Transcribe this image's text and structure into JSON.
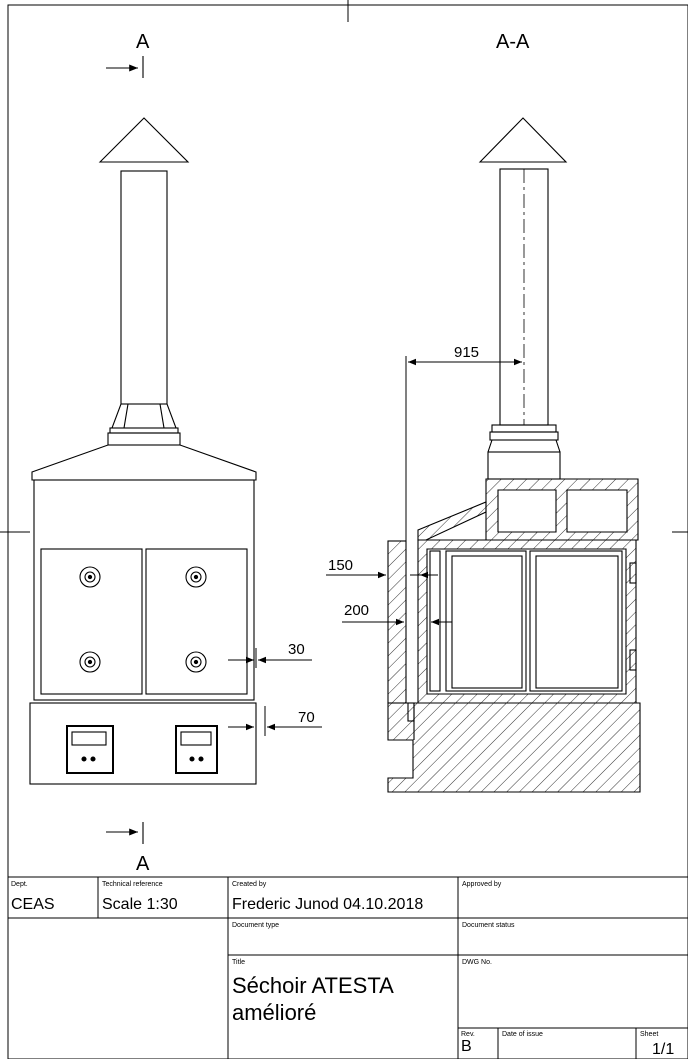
{
  "drawing": {
    "view_left_label_top": "A",
    "view_left_label_bottom": "A",
    "view_right_label": "A-A",
    "dimensions": {
      "d915": "915",
      "d150": "150",
      "d200": "200",
      "d30": "30",
      "d70": "70"
    }
  },
  "title_block": {
    "dept_label": "Dept.",
    "dept_value": "CEAS",
    "tech_ref_label": "Technical reference",
    "tech_ref_value": "Scale 1:30",
    "created_by_label": "Created by",
    "created_by_value": "Frederic Junod 04.10.2018",
    "approved_by_label": "Approved by",
    "approved_by_value": "",
    "doc_type_label": "Document type",
    "doc_status_label": "Document status",
    "title_label": "Title",
    "title_value": "Séchoir ATESTA amélioré",
    "dwg_no_label": "DWG No.",
    "rev_label": "Rev.",
    "rev_value": "B",
    "date_of_issue_label": "Date of issue",
    "sheet_label": "Sheet",
    "sheet_value": "1/1"
  }
}
